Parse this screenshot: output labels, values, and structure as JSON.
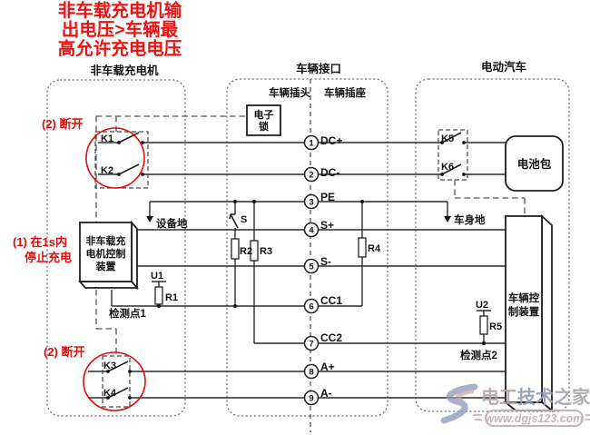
{
  "note_top": {
    "line1": "非车载充电机输",
    "line2": "出电压>车辆最",
    "line3": "高允许充电电压"
  },
  "sections": {
    "charger": "非车载充电机",
    "interface": "车辆接口",
    "vehicle": "电动汽车",
    "plug": "车辆插头",
    "socket": "车辆插座"
  },
  "annotations": {
    "open_upper": "(2) 断开",
    "open_lower": "(2) 断开",
    "stop_line1": "(1) 在1s内",
    "stop_line2": "停止充电"
  },
  "components": {
    "electronic_lock_line1": "电子",
    "electronic_lock_line2": "锁",
    "charger_ctrl_line1": "非车载充",
    "charger_ctrl_line2": "电机控制",
    "charger_ctrl_line3": "装置",
    "vehicle_ctrl_line1": "车辆控",
    "vehicle_ctrl_line2": "制装置",
    "battery": "电池包",
    "k1": "K1",
    "k2": "K2",
    "k3": "K3",
    "k4": "K4",
    "k5": "K5",
    "k6": "K6",
    "s": "S",
    "r1": "R1",
    "r2": "R2",
    "r3": "R3",
    "r4": "R4",
    "r5": "R5",
    "u1": "U1",
    "u2": "U2",
    "equipment_ground": "设备地",
    "body_ground": "车身地",
    "detect1": "检测点1",
    "detect2": "检测点2"
  },
  "terminals": [
    {
      "num": "1",
      "label": "DC+"
    },
    {
      "num": "2",
      "label": "DC-"
    },
    {
      "num": "3",
      "label": "PE"
    },
    {
      "num": "4",
      "label": "S+"
    },
    {
      "num": "5",
      "label": "S-"
    },
    {
      "num": "6",
      "label": "CC1"
    },
    {
      "num": "7",
      "label": "CC2"
    },
    {
      "num": "8",
      "label": "A+"
    },
    {
      "num": "9",
      "label": "A-"
    }
  ],
  "watermark": {
    "name_part1": "电工",
    "name_part2": "技术",
    "name_part3": "之家",
    "url": "www.dgjs123.com"
  },
  "colors": {
    "annotation_red": "#e50b0b",
    "note_red": "#ee1111",
    "wire": "#2b2b2b",
    "watermark_blue": "#8d9ab8",
    "watermark_pink": "#c9a3ac"
  }
}
